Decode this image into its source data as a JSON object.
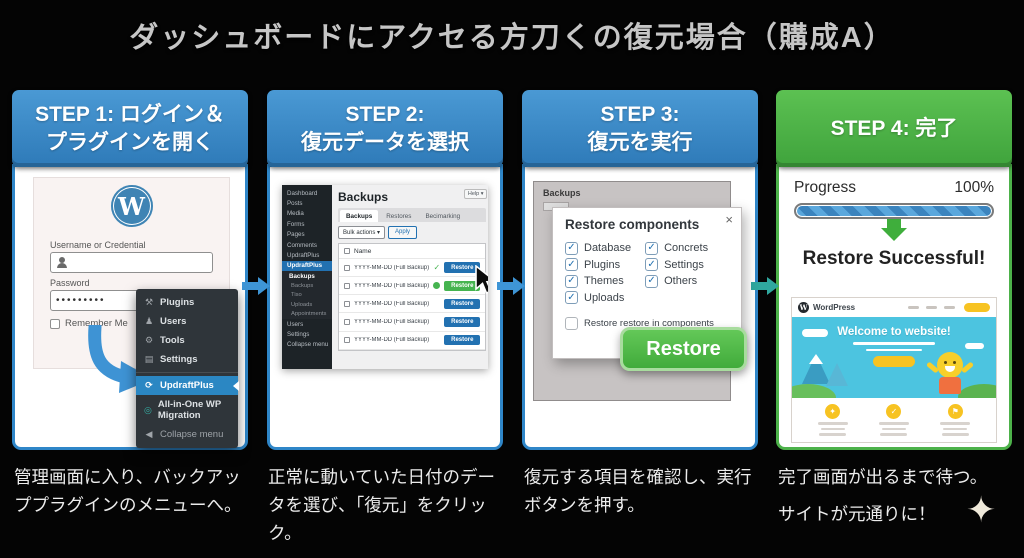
{
  "title": "ダッシュボードにアクセる方刀くの復元場合（購成A）",
  "colors": {
    "header_blue": "#3786c4",
    "header_green": "#4eb345",
    "accent_blue": "#2271b1",
    "accent_green": "#46b450",
    "card_border_blue": "#2f86c8",
    "card_border_green": "#4db24a"
  },
  "icons": {
    "sparkle": "✦",
    "check": "✓",
    "close": "×",
    "flow_arrow": "→",
    "footer_star": "✦",
    "footer_check": "✓",
    "footer_flag": "⚑"
  },
  "step1": {
    "header_line1": "STEP 1: ログイン＆",
    "header_line2": "プラグインを開く",
    "caption": "管理画面に入り、バックアッププラグインのメニューへ。",
    "login": {
      "logo_letter": "W",
      "username_label": "Username or Credential",
      "password_label": "Password",
      "password_value": "•••••••••",
      "remember_label": "Remember Me"
    },
    "menu": {
      "items": [
        {
          "label": "Plugins",
          "icon": "⚒"
        },
        {
          "label": "Users",
          "icon": "♟"
        },
        {
          "label": "Tools",
          "icon": "⚙"
        },
        {
          "label": "Settings",
          "icon": "▤"
        },
        {
          "label": "UpdraftPlus",
          "icon": "⟳"
        },
        {
          "label": "All-in-One WP Migration",
          "icon": "◎"
        },
        {
          "label": "Collapse menu",
          "icon": "◀"
        }
      ]
    }
  },
  "step2": {
    "header_line1": "STEP 2:",
    "header_line2": "復元データを選択",
    "caption": "正常に動いていた日付のデータを選び、「復元」をクリック。",
    "admin": {
      "page_title": "Backups",
      "help_label": "Help ▾",
      "tabs": [
        "Backups",
        "Restores",
        "Becimarking"
      ],
      "bulk_actions_label": "Bulk actions ▾",
      "apply_label": "Apply",
      "name_header": "Name",
      "row_label": "YYYY-MM-DD (Full Backup)",
      "restore_label": "Restore",
      "sidebar_items": [
        "Dashboard",
        "Posts",
        "Media",
        "Forms",
        "Pages",
        "Comments",
        "UpdraftPlus",
        "UpdraftPlus",
        "Backups",
        "Backups",
        "Tiso",
        "Uploads",
        "Appointments",
        "Users",
        "Settings",
        "Collapse menu"
      ]
    }
  },
  "step3": {
    "header_line1": "STEP 3:",
    "header_line2": "復元を実行",
    "caption": "復元する項目を確認し、実行ボタンを押す。",
    "background_title": "Backups",
    "modal": {
      "title": "Restore components",
      "checkboxes_left": [
        "Database",
        "Plugins",
        "Themes",
        "Uploads"
      ],
      "checkboxes_right": [
        "Concrets",
        "Settings",
        "Others"
      ],
      "extra_checkbox": "Restore restore in components",
      "restore_button": "Restore"
    }
  },
  "step4": {
    "header_line1": "STEP 4: 完了",
    "caption_line1": "完了画面が出るまで待つ。",
    "caption_line2": "サイトが元通りに！",
    "progress_label": "Progress",
    "progress_value": "100%",
    "success_text": "Restore Successful!",
    "site": {
      "logo_letter": "W",
      "brand": "WordPress",
      "hero_title": "Welcome to website!"
    }
  }
}
